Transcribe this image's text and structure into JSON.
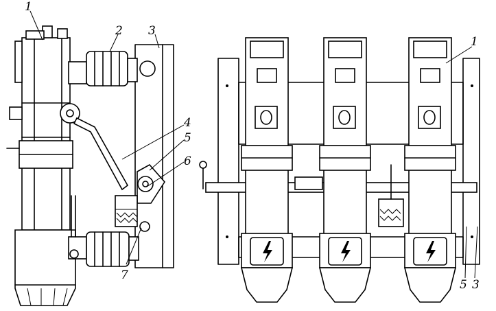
{
  "figure": {
    "left_view_callouts": [
      "1",
      "2",
      "3",
      "4",
      "5",
      "6",
      "7"
    ],
    "right_view_callouts": [
      "1",
      "5",
      "3"
    ]
  },
  "icons": {
    "warning_sign": "high-voltage-arrow-icon"
  }
}
